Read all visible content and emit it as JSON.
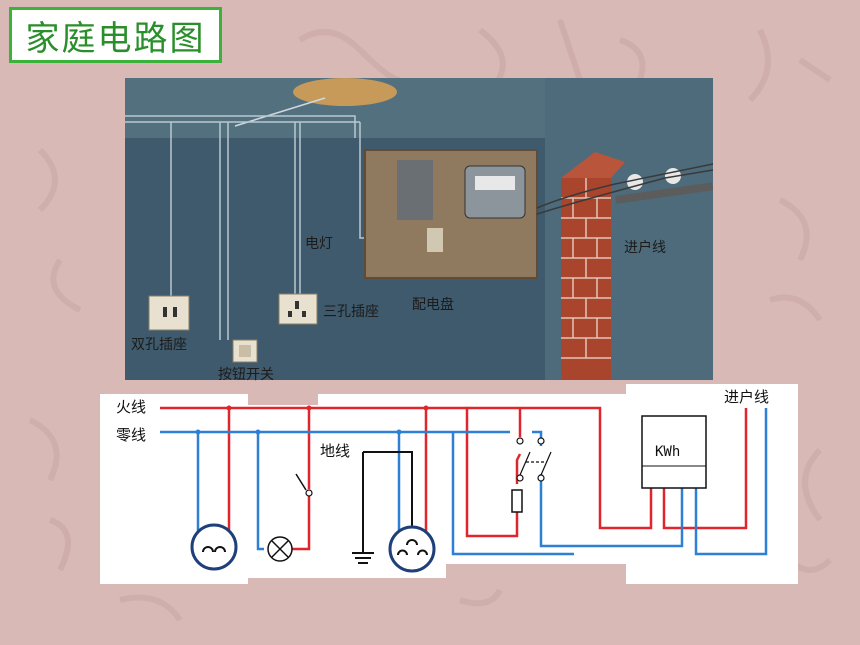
{
  "title": "家庭电路图",
  "photo_labels": {
    "lamp": "电灯",
    "service_line": "进户线",
    "distribution_board": "配电盘",
    "three_hole_socket": "三孔插座",
    "two_hole_socket": "双孔插座",
    "push_switch": "按钮开关"
  },
  "diagram_labels": {
    "live_wire": "火线",
    "neutral_wire": "零线",
    "ground_wire": "地线",
    "service_line": "进户线",
    "meter": "KWh"
  },
  "colors": {
    "title_border": "#3bb33b",
    "title_text": "#2a8e2a",
    "live_wire": "#e0262c",
    "neutral_wire": "#2e7fd6",
    "ground_wire": "#111111"
  }
}
